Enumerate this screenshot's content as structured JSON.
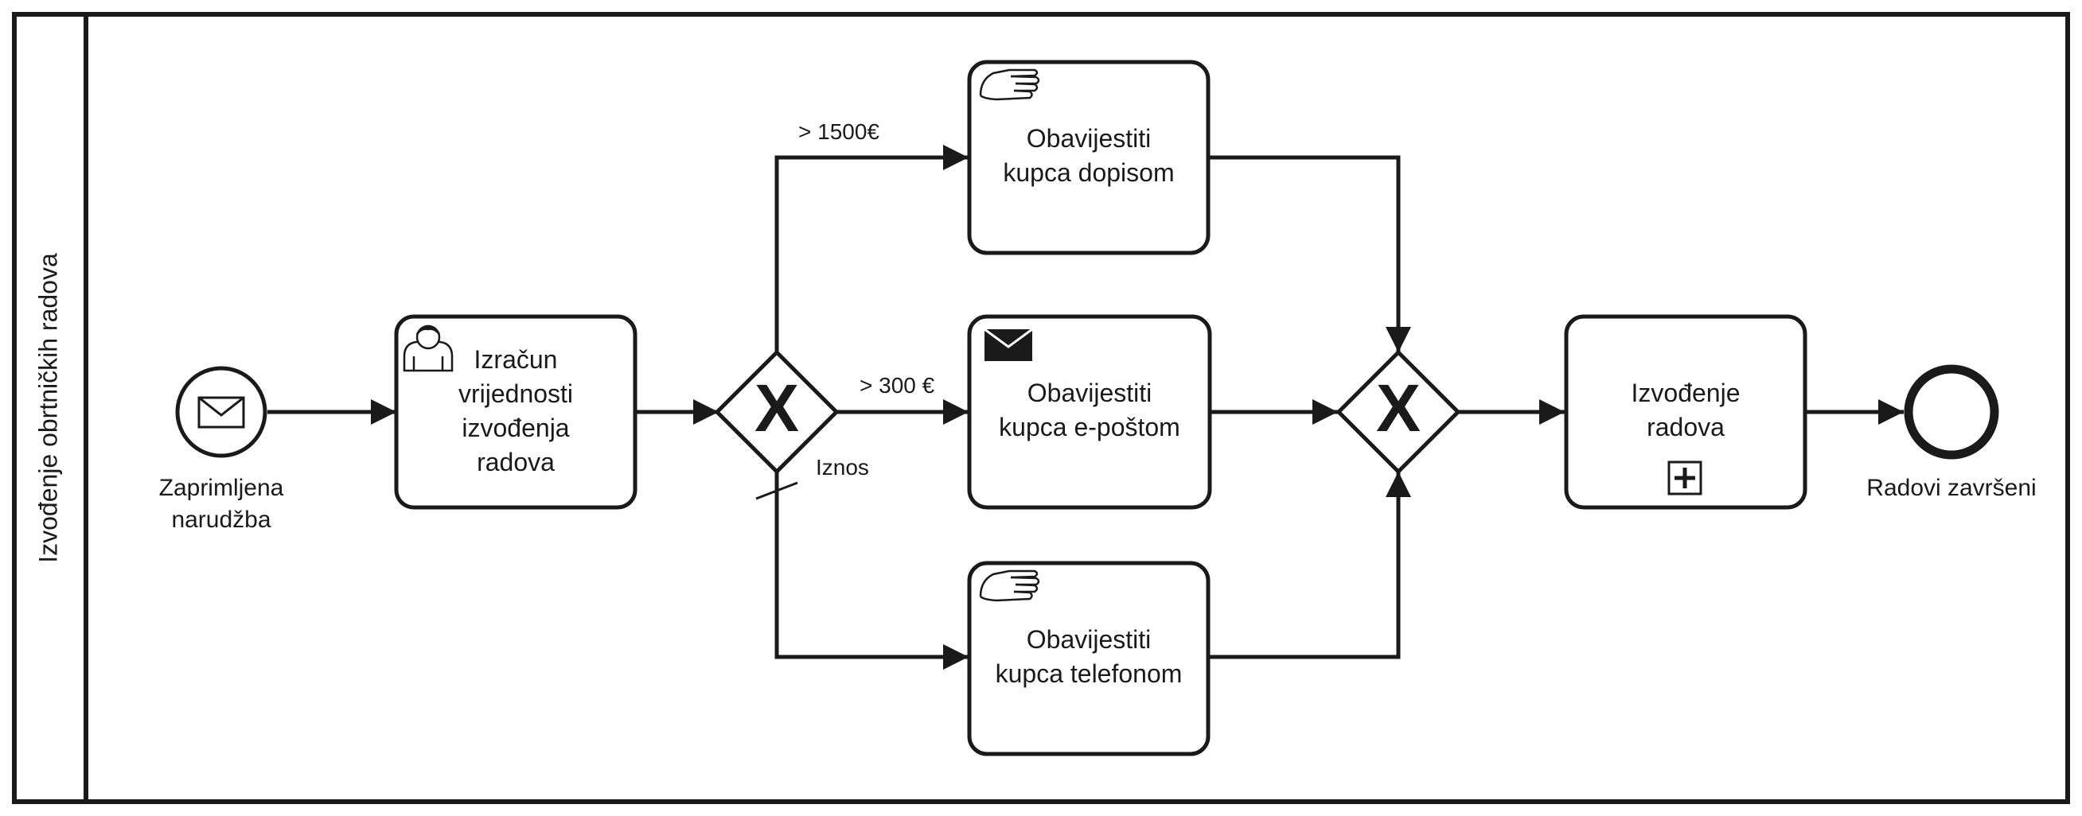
{
  "pool": {
    "lane_label": "Izvođenje obrtničkih radova"
  },
  "events": {
    "start": {
      "icon": "envelope-icon",
      "label_lines": [
        "Zaprimljena",
        "narudžba"
      ]
    },
    "end": {
      "label": "Radovi završeni"
    }
  },
  "tasks": {
    "calc": {
      "icon": "user-icon",
      "lines": [
        "Izračun",
        "vrijednosti",
        "izvođenja",
        "radova"
      ]
    },
    "letter": {
      "icon": "hand-icon",
      "lines": [
        "Obavijestiti",
        "kupca dopisom"
      ]
    },
    "email": {
      "icon": "envelope-icon",
      "lines": [
        "Obavijestiti",
        "kupca e-poštom"
      ]
    },
    "phone": {
      "icon": "hand-icon",
      "lines": [
        "Obavijestiti",
        "kupca telefonom"
      ]
    },
    "works": {
      "icon": "plus-marker-icon",
      "lines": [
        "Izvođenje",
        "radova"
      ]
    }
  },
  "gateways": {
    "split": {
      "symbol": "X"
    },
    "merge": {
      "symbol": "X"
    }
  },
  "flows": {
    "high": {
      "condition": "> 1500€"
    },
    "mid": {
      "condition": "> 300 €"
    },
    "default": {
      "condition": "Iznos"
    }
  },
  "colors": {
    "stroke": "#1a1a1a",
    "fill": "#ffffff"
  }
}
